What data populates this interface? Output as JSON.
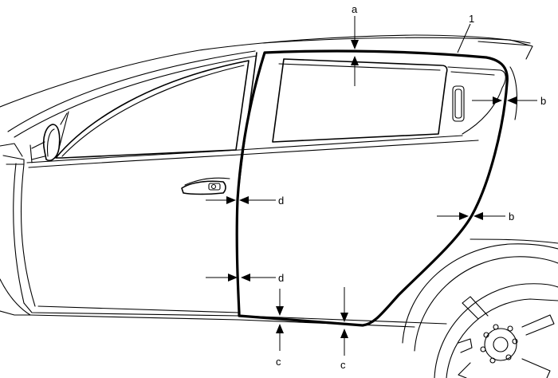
{
  "callouts": {
    "part_1": "1",
    "a": "a",
    "b_upper": "b",
    "b_lower": "b",
    "c_left": "c",
    "c_right": "c",
    "d_upper": "d",
    "d_lower": "d"
  }
}
